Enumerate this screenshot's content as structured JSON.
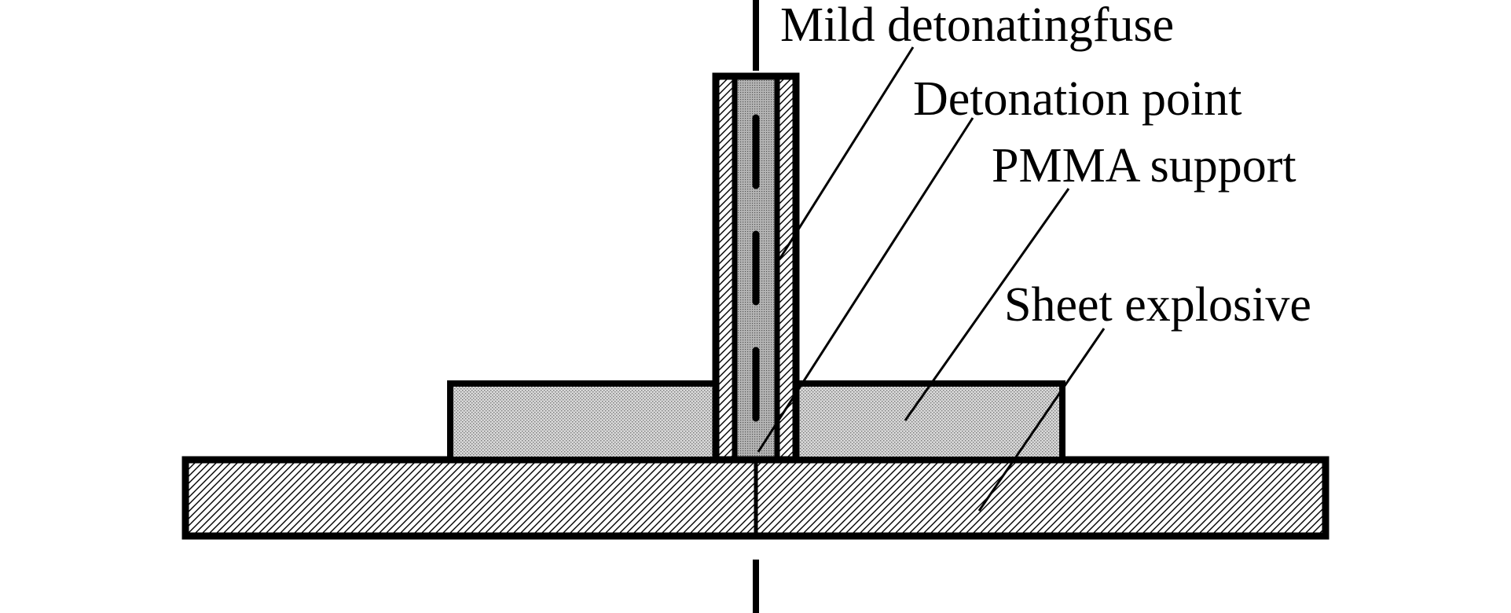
{
  "labels": {
    "fuse": "Mild detonatingfuse",
    "detonation_point": "Detonation point",
    "support": "PMMA support",
    "explosive": "Sheet explosive"
  },
  "colors": {
    "stroke": "#000000",
    "background": "#ffffff",
    "stipple": "#bdbdbd",
    "fuse_fill": "#a8a8a8",
    "hatch": "#000000"
  }
}
